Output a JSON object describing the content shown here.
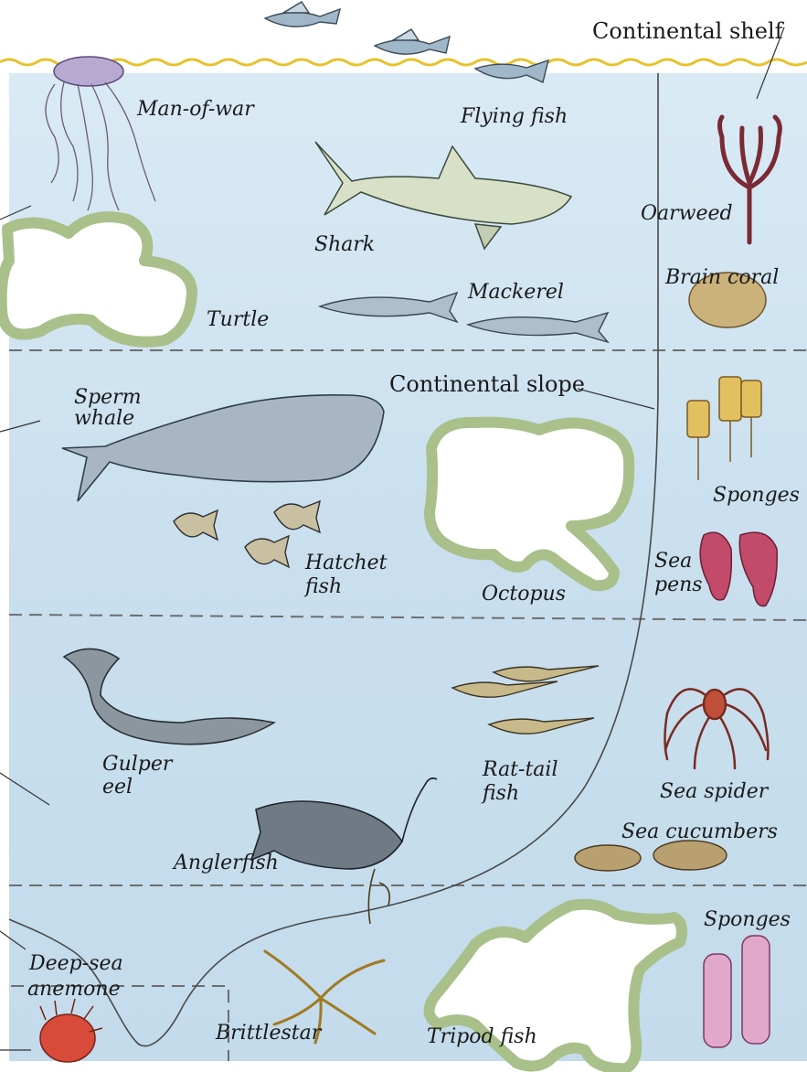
{
  "header": {
    "continental_shelf": "Continental shelf",
    "continental_slope": "Continental slope"
  },
  "labels": {
    "man_of_war": "Man-of-war",
    "flying_fish": "Flying fish",
    "oarweed": "Oarweed",
    "shark": "Shark",
    "brain_coral": "Brain coral",
    "mackerel": "Mackerel",
    "turtle": "Turtle",
    "sperm_whale_1": "Sperm",
    "sperm_whale_2": "whale",
    "sponges_top": "Sponges",
    "hatchet_fish_1": "Hatchet",
    "hatchet_fish_2": "fish",
    "octopus": "Octopus",
    "sea_pens_1": "Sea",
    "sea_pens_2": "pens",
    "gulper_eel_1": "Gulper",
    "gulper_eel_2": "eel",
    "rat_tail_fish_1": "Rat-tail",
    "rat_tail_fish_2": "fish",
    "sea_spider": "Sea spider",
    "sea_cucumbers": "Sea cucumbers",
    "anglerfish": "Anglerfish",
    "sponges_bottom": "Sponges",
    "deep_sea_anemone_1": "Deep-sea",
    "deep_sea_anemone_2": "anemone",
    "brittlestar": "Brittlestar",
    "tripod_fish": "Tripod fish"
  },
  "colors": {
    "water": "#cfe3ef",
    "surface_line": "#e8c12a",
    "blob_outline": "#a9c08a",
    "dashed_line": "#6e6e6e"
  }
}
